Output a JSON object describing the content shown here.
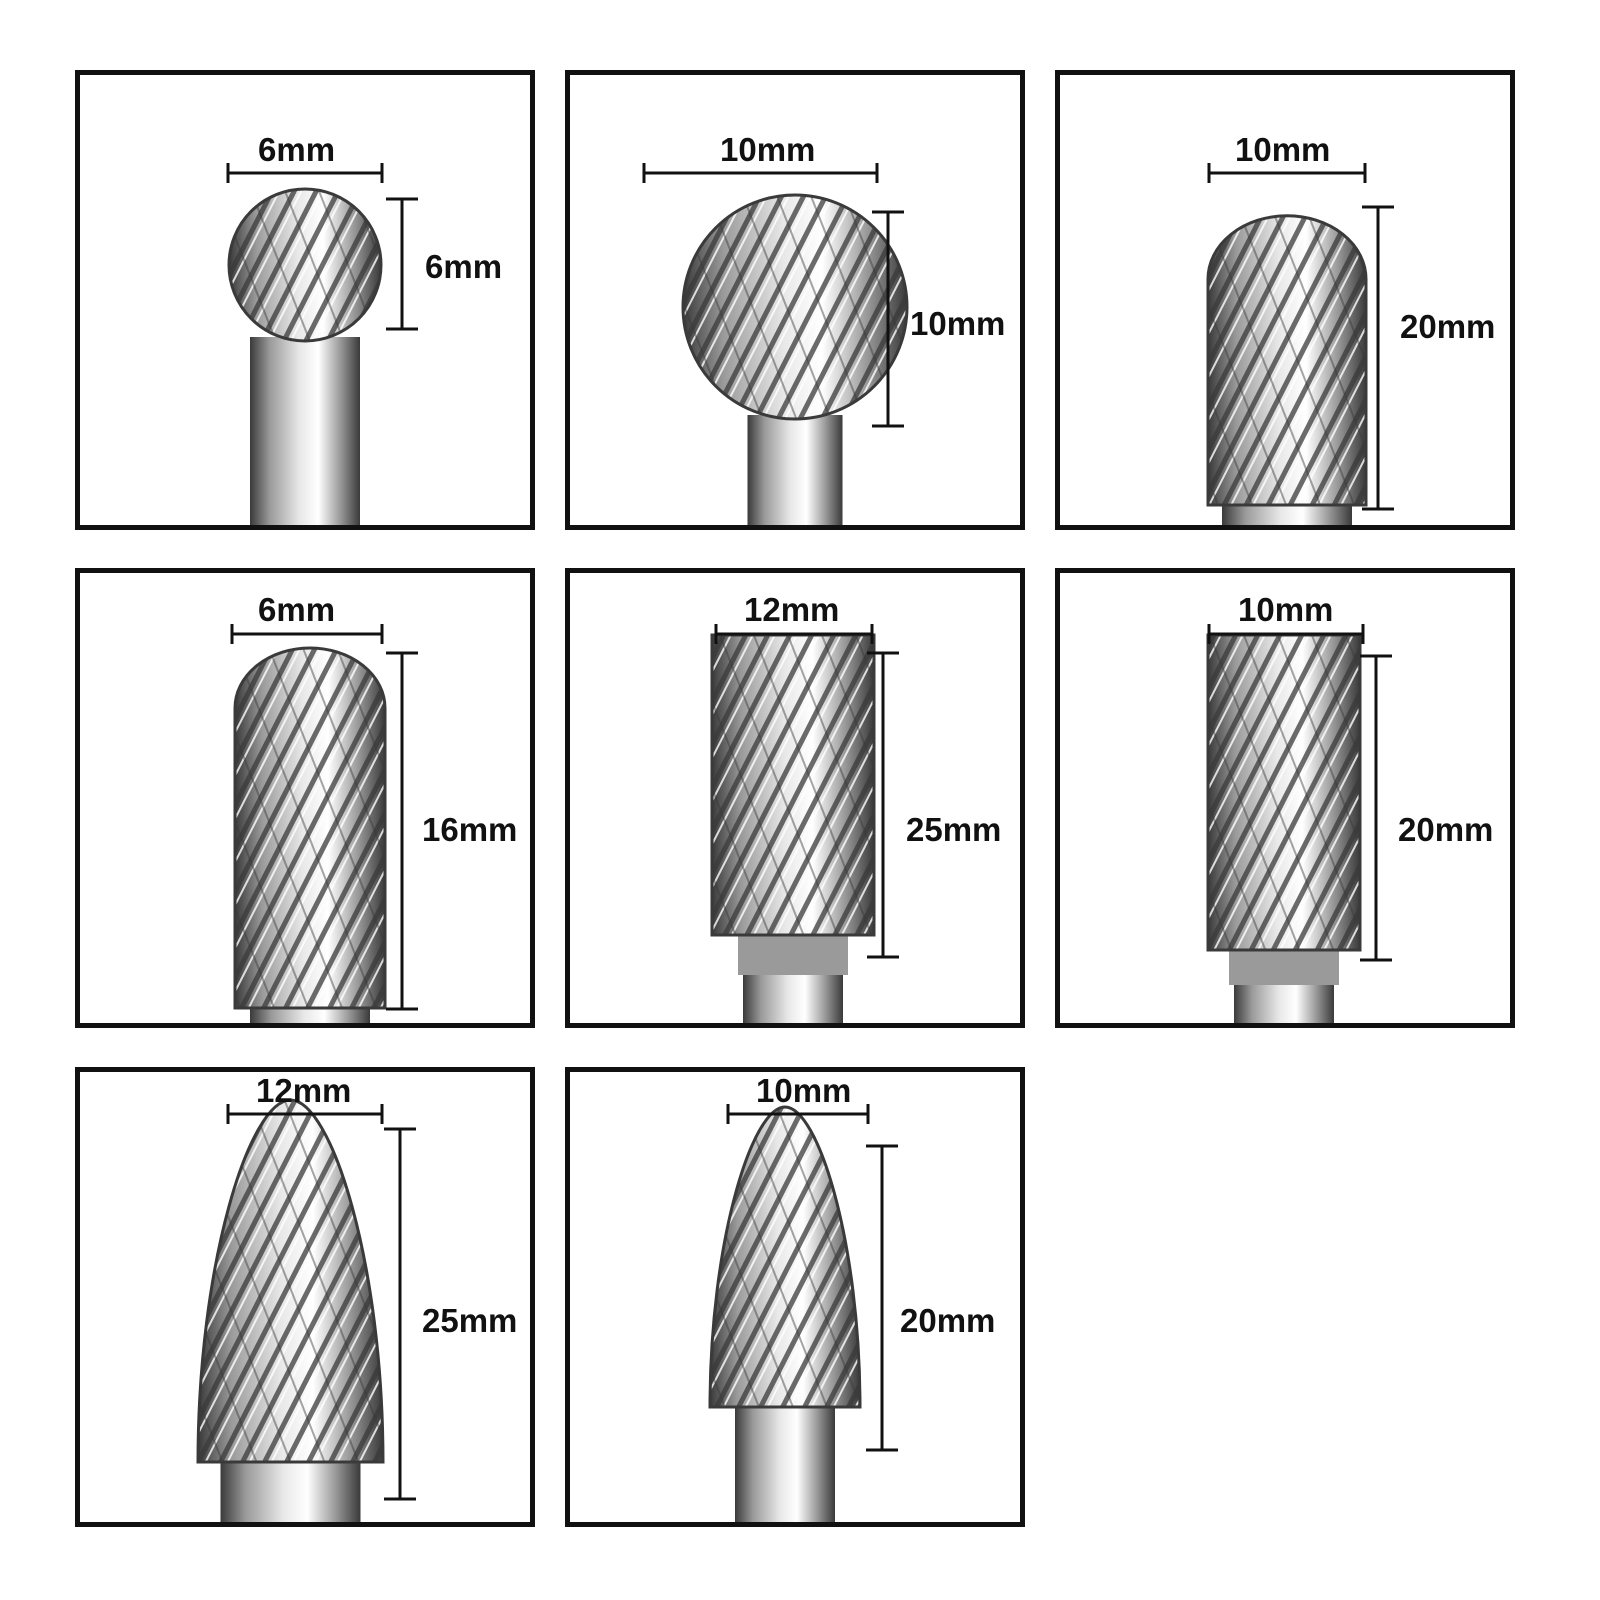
{
  "colors": {
    "border": "#111111",
    "steel_light": "#e8e8e8",
    "steel_mid": "#9a9a9a",
    "steel_dark": "#3a3a3a",
    "background": "#ffffff"
  },
  "panels": [
    {
      "shape": "ball",
      "width_label": "6mm",
      "height_label": "6mm"
    },
    {
      "shape": "ball",
      "width_label": "10mm",
      "height_label": "10mm"
    },
    {
      "shape": "ball-nose-cylinder",
      "width_label": "10mm",
      "height_label": "20mm"
    },
    {
      "shape": "ball-nose-cylinder",
      "width_label": "6mm",
      "height_label": "16mm"
    },
    {
      "shape": "cylinder",
      "width_label": "12mm",
      "height_label": "25mm"
    },
    {
      "shape": "cylinder",
      "width_label": "10mm",
      "height_label": "20mm"
    },
    {
      "shape": "flame",
      "width_label": "12mm",
      "height_label": "25mm"
    },
    {
      "shape": "flame",
      "width_label": "10mm",
      "height_label": "20mm"
    }
  ]
}
